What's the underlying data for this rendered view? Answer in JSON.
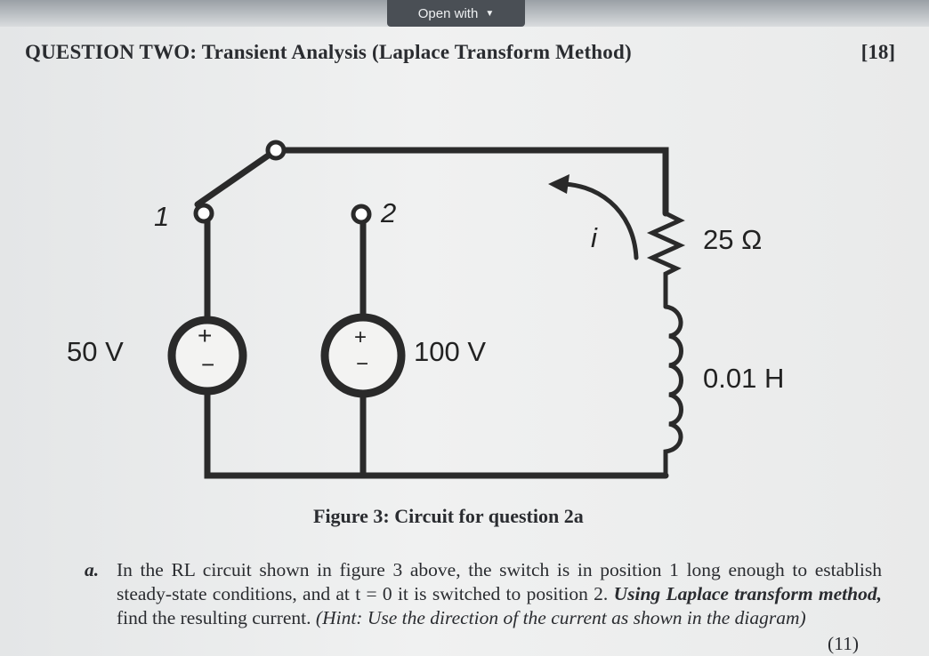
{
  "toolbar": {
    "open_with_label": "Open with"
  },
  "question": {
    "heading": "QUESTION TWO: Transient Analysis (Laplace Transform Method)",
    "marks": "[18]"
  },
  "circuit": {
    "switch_pos1": "1",
    "switch_pos2": "2",
    "source1": "50 V",
    "source2": "100 V",
    "current": "i",
    "resistor": "25 Ω",
    "inductor": "0.01 H",
    "plus": "+",
    "minus": "−"
  },
  "figure": {
    "caption": "Figure 3: Circuit for question 2a"
  },
  "part_a": {
    "letter": "a.",
    "text1": "In the RL circuit shown in figure 3 above, the switch is in position 1 long enough to establish steady-state conditions, and at t = 0 it is switched to position 2. ",
    "emph": "Using Laplace transform method,",
    "text2": " find the resulting current. ",
    "hint": "(Hint: Use the direction of the current as shown in the diagram)",
    "marks": "(11)"
  }
}
